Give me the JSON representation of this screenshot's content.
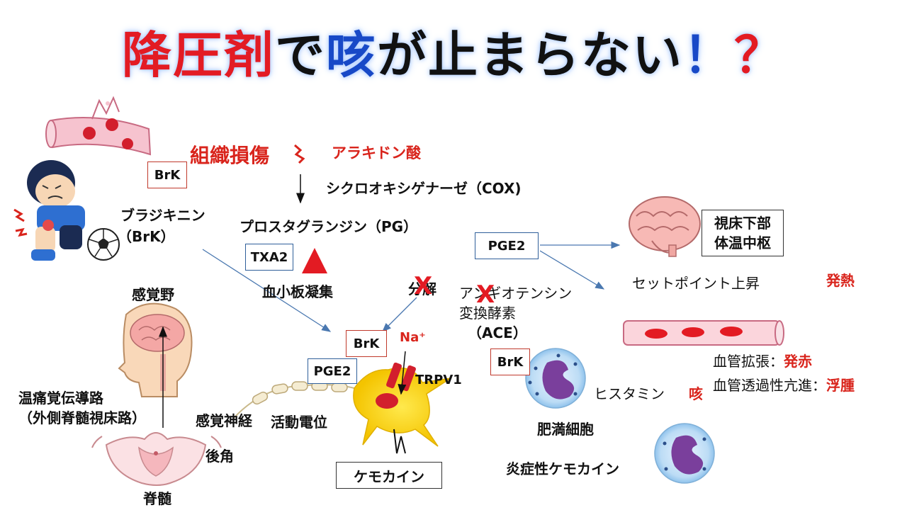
{
  "title": {
    "part1": "降圧剤",
    "part2": "で",
    "part3": "咳",
    "part4": "が止まらない",
    "part5": "！",
    "part6": "？"
  },
  "labels": {
    "tissue_damage": "組織損傷",
    "arachidonic_acid": "アラキドン酸",
    "cox": "シクロオキシゲナーゼ（COX)",
    "bradykinin": "ブラジキニン",
    "bradykinin_abbr": "（BrK）",
    "prostaglandin": "プロスタグランジン（PG）",
    "platelet": "血小板凝集",
    "degradation": "分解",
    "ace_line1": "アンギオテンシン",
    "ace_line2": "変換酵素",
    "ace_line3": "（ACE）",
    "set_point": "セットポイント上昇",
    "fever": "発熱",
    "vasodilation_prefix": "血管拡張：",
    "vasodilation_result": "発赤",
    "permeability_prefix": "血管透過性亢進：",
    "permeability_result": "浮腫",
    "histamine": "ヒスタミン",
    "cough": "咳",
    "mast_cell": "肥満細胞",
    "inflammatory_chemokine": "炎症性ケモカイン",
    "sensory_area": "感覚野",
    "pain_pathway_line1": "温痛覚伝導路",
    "pain_pathway_line2": "（外側脊髄視床路）",
    "sensory_nerve": "感覚神経",
    "action_potential": "活動電位",
    "dorsal_horn": "後角",
    "spinal_cord": "脊髄",
    "na_ion": "Na⁺",
    "trpv1": "TRPV1"
  },
  "boxes": {
    "brk_top": "BrK",
    "txa2": "TXA2",
    "pge2_top": "PGE2",
    "hypothalamus_line1": "視床下部",
    "hypothalamus_line2": "体温中枢",
    "brk_neuron": "BrK",
    "pge2_neuron": "PGE2",
    "brk_mast": "BrK",
    "chemokine": "ケモカイン"
  },
  "symbols": {
    "block_mark_1": "X",
    "block_mark_2": "X"
  },
  "colors": {
    "red": "#e31b23",
    "blue": "#1849c7",
    "arrow": "#4a78b0"
  }
}
